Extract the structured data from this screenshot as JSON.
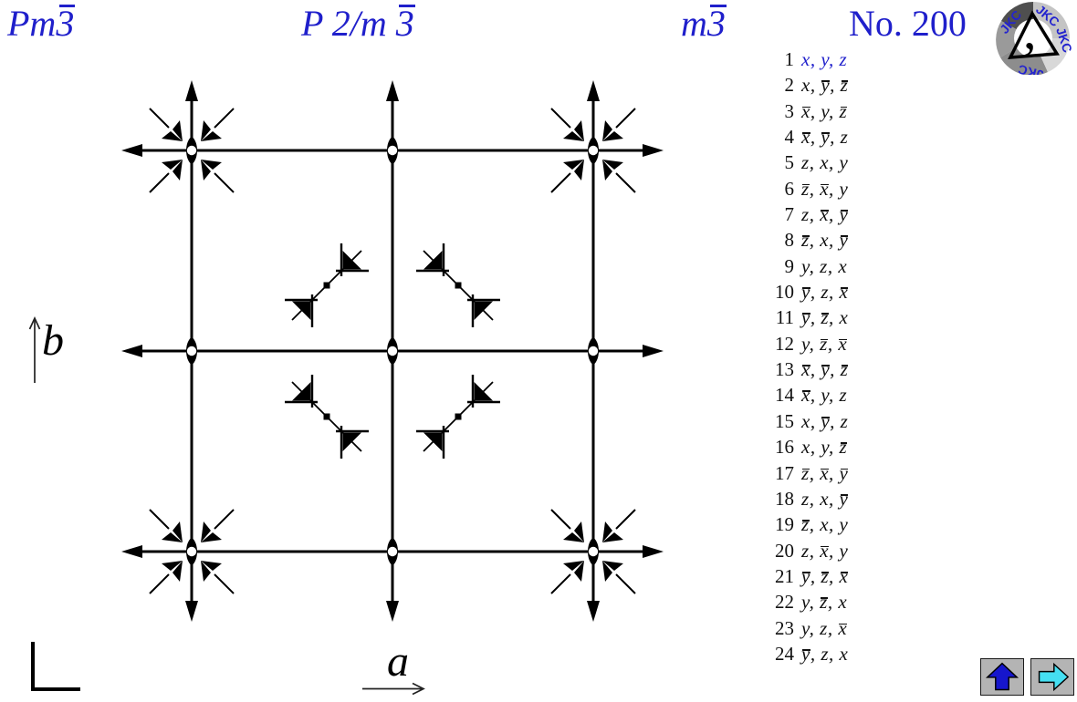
{
  "header": {
    "short_symbol": {
      "pre": "Pm",
      "bar": "3"
    },
    "full_symbol": {
      "pre": "P 2/m ",
      "bar": "3"
    },
    "point_group": {
      "pre": "m",
      "bar": "3"
    },
    "number": "No. 200"
  },
  "logo": {
    "monogram": "JKC"
  },
  "axes": {
    "a": "a",
    "b": "b"
  },
  "accent_color": "#1f1fcb",
  "positions": {
    "entries": [
      {
        "n": "1",
        "v": "x,y,z",
        "highlight": true
      },
      {
        "n": "2",
        "v": "x,-y,-z"
      },
      {
        "n": "3",
        "v": "-x,y,-z"
      },
      {
        "n": "4",
        "v": "-x,-y,z"
      },
      {
        "n": "5",
        "v": "z,x,y"
      },
      {
        "n": "6",
        "v": "-z,-x,y"
      },
      {
        "n": "7",
        "v": "z,-x,-y"
      },
      {
        "n": "8",
        "v": "-z,x,-y"
      },
      {
        "n": "9",
        "v": "y,z,x"
      },
      {
        "n": "10",
        "v": "-y,z,-x"
      },
      {
        "n": "11",
        "v": "-y,-z,x"
      },
      {
        "n": "12",
        "v": "y,-z,-x"
      },
      {
        "n": "13",
        "v": "-x,-y,-z"
      },
      {
        "n": "14",
        "v": "-x,y,z"
      },
      {
        "n": "15",
        "v": "x,-y,z"
      },
      {
        "n": "16",
        "v": "x,y,-z"
      },
      {
        "n": "17",
        "v": "-z,-x,-y"
      },
      {
        "n": "18",
        "v": "z,x,-y"
      },
      {
        "n": "19",
        "v": "-z,x,y"
      },
      {
        "n": "20",
        "v": "z,-x,y"
      },
      {
        "n": "21",
        "v": "-y,-z,-x"
      },
      {
        "n": "22",
        "v": "y,-z,x"
      },
      {
        "n": "23",
        "v": "y,z,-x"
      },
      {
        "n": "24",
        "v": "-y,z,x"
      }
    ]
  },
  "nav": {
    "buttons": [
      {
        "icon": "arrow-up",
        "color": "#1616cc"
      },
      {
        "icon": "arrow-right",
        "color": "#45dff2"
      }
    ]
  }
}
